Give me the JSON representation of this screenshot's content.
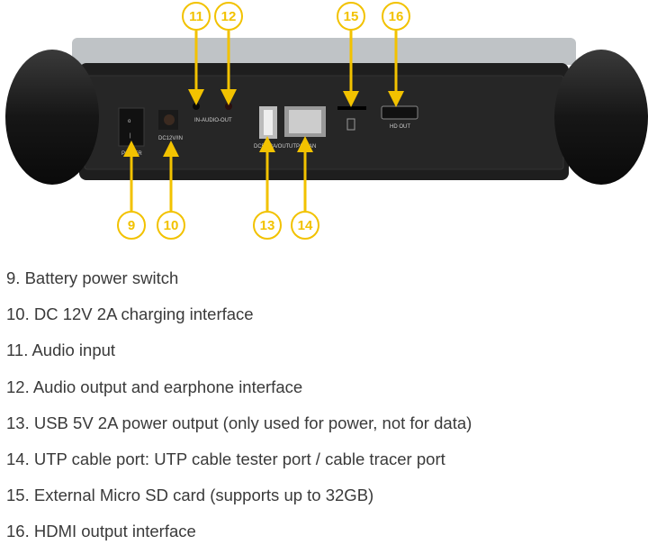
{
  "accent_color": "#f2c200",
  "device_labels": {
    "power": "POWER",
    "dc_in": "DC12V/IN",
    "audio": "IN-AUDIO-OUT",
    "usb": "DC5V/2A/OUT",
    "utp": "UTP/SCAN",
    "hdmi": "HD OUT"
  },
  "callouts": [
    "9",
    "10",
    "11",
    "12",
    "13",
    "14",
    "15",
    "16"
  ],
  "items": [
    "9. Battery power switch",
    "10. DC 12V 2A charging interface",
    "11. Audio input",
    "12. Audio output and earphone interface",
    "13. USB 5V 2A power output (only used for power, not for data)",
    "14. UTP cable port: UTP cable tester port / cable tracer port",
    "15. External Micro SD card (supports up to 32GB)",
    "16. HDMI output interface"
  ]
}
